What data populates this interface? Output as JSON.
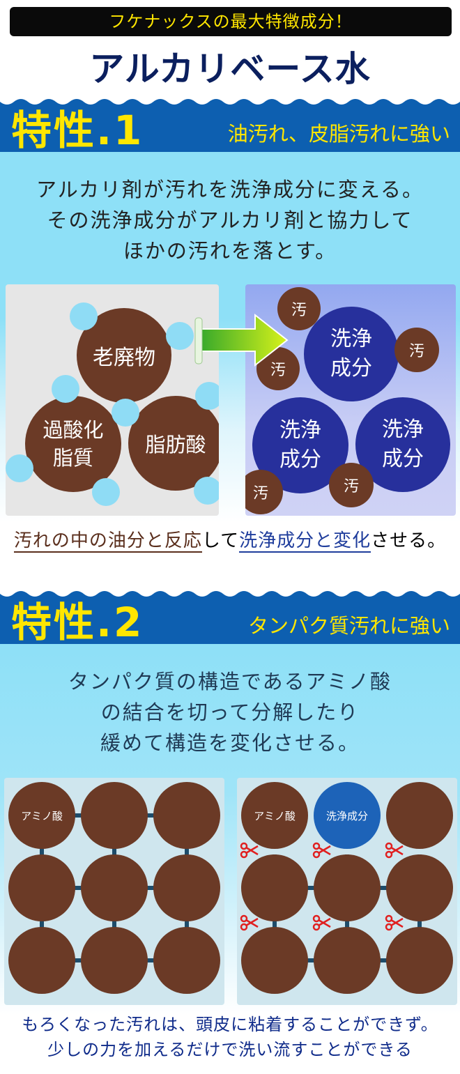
{
  "banner": "フケナックスの最大特徴成分！",
  "title": "アルカリベース水",
  "feature1": {
    "number": "特性.1",
    "subtitle": "油汚れ、皮脂汚れに強い",
    "lead": [
      "アルカリ剤が汚れを洗浄成分に変える。",
      "その洗浄成分がアルカリ剤と協力して",
      "ほかの汚れを落とす。"
    ],
    "before": {
      "waste": "老廃物",
      "peroxide_line1": "過酸化",
      "peroxide_line2": "脂質",
      "fatty_acid": "脂肪酸"
    },
    "after": {
      "cleanser_line1": "洗浄",
      "cleanser_line2": "成分",
      "dirt": "汚"
    },
    "caption": {
      "part1": "汚れの中の油分と反応",
      "part2": "して",
      "part3": "洗浄成分と変化",
      "part4": "させる。"
    }
  },
  "feature2": {
    "number": "特性.2",
    "subtitle": "タンパク質汚れに強い",
    "lead": [
      "タンパク質の構造であるアミノ酸",
      "の結合を切って分解したり",
      "緩めて構造を変化させる。"
    ],
    "amino_label": "アミノ酸",
    "cleanser_label": "洗浄成分",
    "closing": [
      "もろくなった汚れは、頭皮に粘着することができず。",
      "少しの力を加えるだけで洗い流すことができる"
    ]
  },
  "colors": {
    "banner_text": "#ffe600",
    "title": "#0b1f5e",
    "feature_bar": "#0d5fb0",
    "brown": "#6b3a26",
    "navy": "#27309c",
    "light_blue": "#8fdcf5"
  },
  "icons": {
    "arrow": "green-arrow-icon",
    "scissors": "scissors-icon"
  }
}
